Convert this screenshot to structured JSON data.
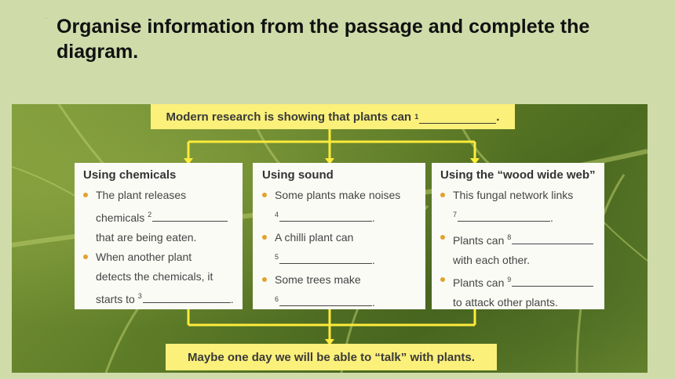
{
  "instruction": "Organise information from the passage and complete the diagram.",
  "top_banner": {
    "text": "Modern research is showing that plants can",
    "blank_num": "1",
    "end": "."
  },
  "bottom_banner": {
    "text": "Maybe one day we will be able to “talk” with plants."
  },
  "boxes": [
    {
      "title": "Using chemicals",
      "items": [
        {
          "a": "The plant releases",
          "b": "chemicals",
          "n": "2",
          "c": "that are being eaten."
        },
        {
          "a": "When another plant",
          "b": "detects the chemicals, it",
          "c": "starts to",
          "n": "3",
          "end": "."
        }
      ]
    },
    {
      "title": "Using sound",
      "items": [
        {
          "a": "Some plants make noises",
          "n": "4",
          "end": "."
        },
        {
          "a": "A chilli plant can",
          "n": "5",
          "end": "."
        },
        {
          "a": "Some trees make",
          "n": "6",
          "end": "."
        }
      ]
    },
    {
      "title": "Using the “wood wide web”",
      "items": [
        {
          "a": "This fungal network links",
          "n": "7",
          "end": "."
        },
        {
          "a": "Plants can",
          "n": "8",
          "b": "with each other."
        },
        {
          "a": "Plants can",
          "n": "9",
          "b": "to attack other plants."
        }
      ]
    }
  ]
}
